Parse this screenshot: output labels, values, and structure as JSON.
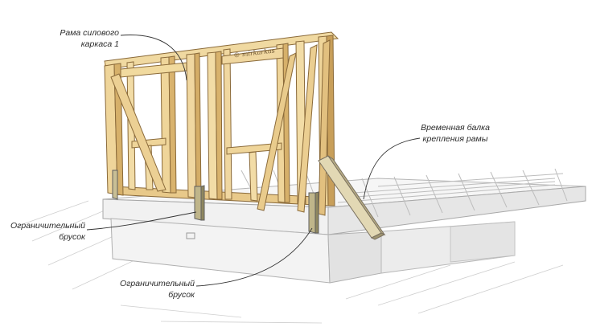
{
  "labels": {
    "frame": {
      "line1": "Рама силового",
      "line2": "каркаса 1"
    },
    "temp_beam": {
      "line1": "Временная балка",
      "line2": "крепления рамы"
    },
    "stop_block_left": {
      "line1": "Ограничительный",
      "line2": "брусок"
    },
    "stop_block_bottom": {
      "line1": "Ограничительный",
      "line2": "брусок"
    }
  },
  "stamp": "© mirkarkas",
  "colors": {
    "timber_light": "#f1dba3",
    "timber_mid": "#e3c27c",
    "timber_dark": "#b8914f",
    "outline": "#8a6a3a",
    "concrete": "#f3f3f3",
    "concrete_shade": "#dcdcdc",
    "sketch": "#b5b5b5",
    "leader": "#333333"
  }
}
